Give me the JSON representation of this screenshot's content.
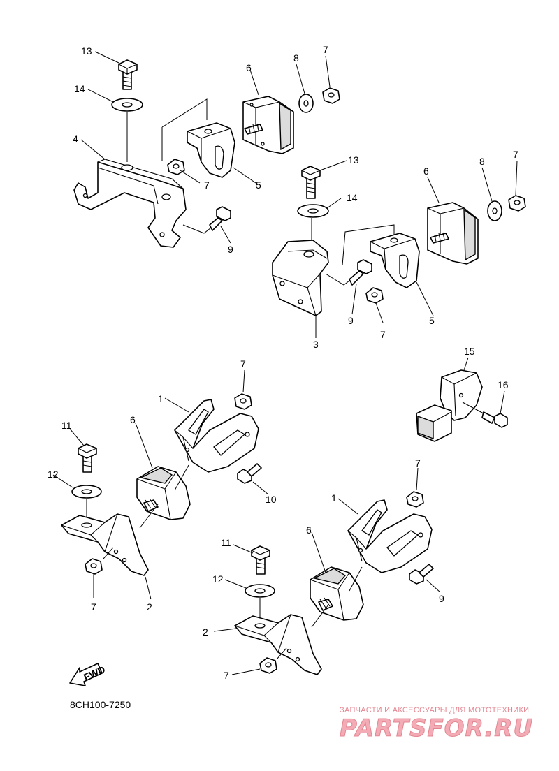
{
  "diagram": {
    "callouts": {
      "c13a": "13",
      "c14a": "14",
      "c4": "4",
      "c6a": "6",
      "c8a": "8",
      "c7a": "7",
      "c7b": "7",
      "c5a": "5",
      "c9a": "9",
      "c13b": "13",
      "c14b": "14",
      "c6b": "6",
      "c8b": "8",
      "c7c": "7",
      "c3": "3",
      "c9b": "9",
      "c7d": "7",
      "c5b": "5",
      "c15": "15",
      "c16": "16",
      "c7e": "7",
      "c1a": "1",
      "c6c": "6",
      "c11a": "11",
      "c12a": "12",
      "c10": "10",
      "c7f": "7",
      "c2a": "2",
      "c7g": "7",
      "c1b": "1",
      "c6d": "6",
      "c11b": "11",
      "c12b": "12",
      "c9c": "9",
      "c2b": "2",
      "c7h": "7"
    },
    "fwd_label": "FWD",
    "diagram_code": "8CH100-7250"
  },
  "watermark": {
    "tagline": "ЗАПЧАСТИ И АКСЕССУАРЫ ДЛЯ МОТОТЕХНИКИ",
    "logo": "PARTSFOR.RU",
    "colors": {
      "primary": "#e07a86",
      "fill": "#f2a3ad"
    }
  }
}
